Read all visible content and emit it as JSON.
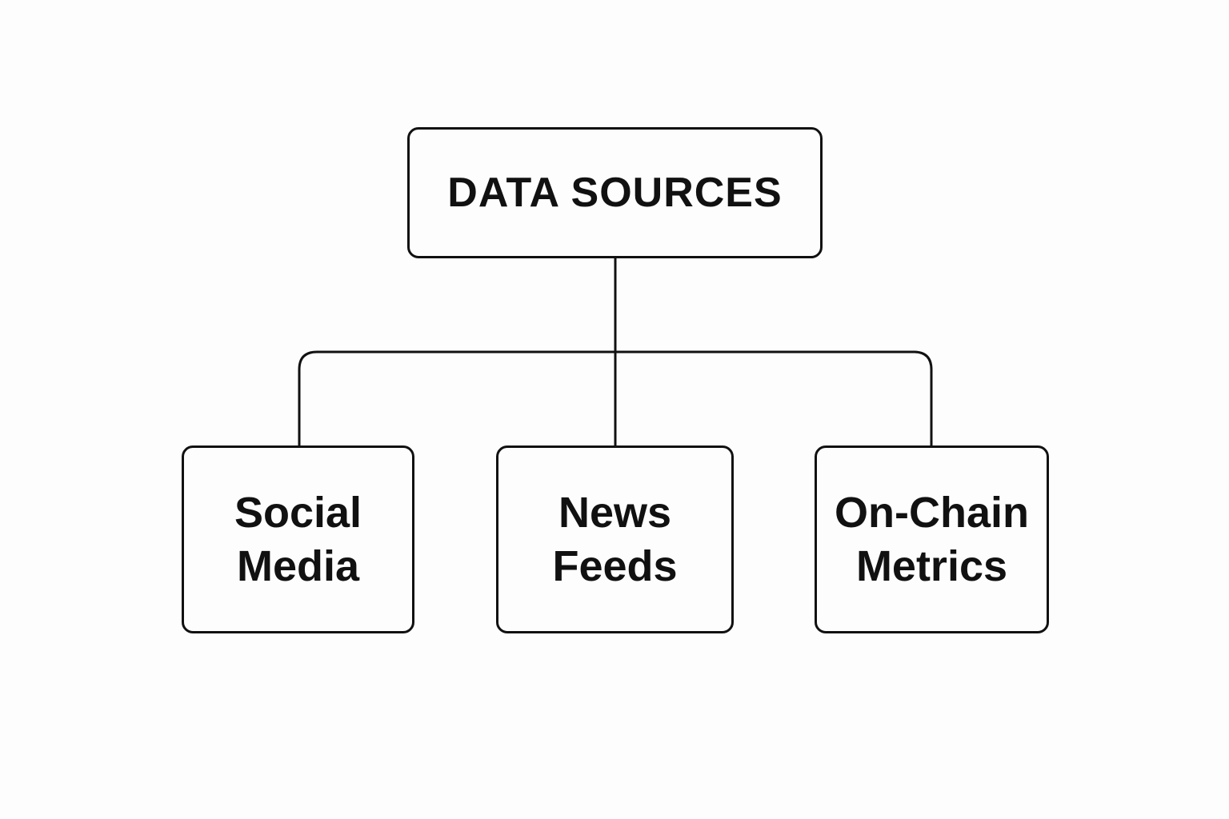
{
  "diagram": {
    "root": {
      "label": "DATA SOURCES"
    },
    "children": [
      {
        "line1": "Social",
        "line2": "Media"
      },
      {
        "line1": "News",
        "line2": "Feeds"
      },
      {
        "line1": "On-Chain",
        "line2": "Metrics"
      }
    ]
  },
  "colors": {
    "stroke": "#111111",
    "background": "#fdfdfd"
  }
}
